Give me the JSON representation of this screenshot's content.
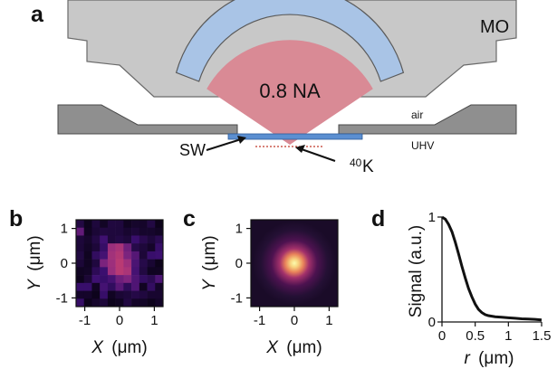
{
  "figure": {
    "panel_labels": [
      "a",
      "b",
      "c",
      "d"
    ],
    "schematic": {
      "objective_label": "MO",
      "na_label": "0.8 NA",
      "air_label": "air",
      "uhv_label": "UHV",
      "sw_label": "SW",
      "atom_label_sup": "40",
      "atom_label_main": "K",
      "colors": {
        "objective_gray": "#c8c8c8",
        "lens_blue": "#a9c4e6",
        "cone_pink": "#d98a95",
        "window_blue": "#5b8fd1",
        "plate_gray": "#8f8f8f",
        "focus_red": "#c0392b"
      }
    },
    "panel_b": {
      "xlabel_var": "X",
      "ylabel_var": "Y",
      "unit": "(μm)",
      "xticks": [
        "-1",
        "0",
        "1"
      ],
      "yticks": [
        "1",
        "0",
        "-1"
      ],
      "colormap": "magma",
      "pixel_grid": 11
    },
    "panel_c": {
      "xlabel_var": "X",
      "ylabel_var": "Y",
      "unit": "(μm)",
      "xticks": [
        "-1",
        "0",
        "1"
      ],
      "yticks": [
        "1",
        "0",
        "-1"
      ],
      "colormap": "magma"
    },
    "panel_d": {
      "xlabel_var": "r",
      "ylabel": "Signal (a.u.)",
      "unit": "(μm)",
      "xticks": [
        "0",
        "0.5",
        "1",
        "1.5"
      ],
      "yticks": [
        "1",
        "0"
      ]
    }
  },
  "chart_data": {
    "type": "line",
    "x": [
      0,
      0.05,
      0.1,
      0.15,
      0.2,
      0.25,
      0.3,
      0.35,
      0.4,
      0.45,
      0.5,
      0.55,
      0.6,
      0.65,
      0.7,
      0.75,
      0.8,
      0.9,
      1.0,
      1.1,
      1.2,
      1.3,
      1.4,
      1.5
    ],
    "y": [
      1.0,
      0.98,
      0.93,
      0.86,
      0.76,
      0.65,
      0.53,
      0.42,
      0.32,
      0.24,
      0.17,
      0.12,
      0.09,
      0.07,
      0.06,
      0.055,
      0.05,
      0.045,
      0.04,
      0.035,
      0.03,
      0.028,
      0.025,
      0.02
    ],
    "xlabel": "r (μm)",
    "ylabel": "Signal (a.u.)",
    "xlim": [
      0,
      1.5
    ],
    "ylim": [
      0,
      1
    ]
  }
}
